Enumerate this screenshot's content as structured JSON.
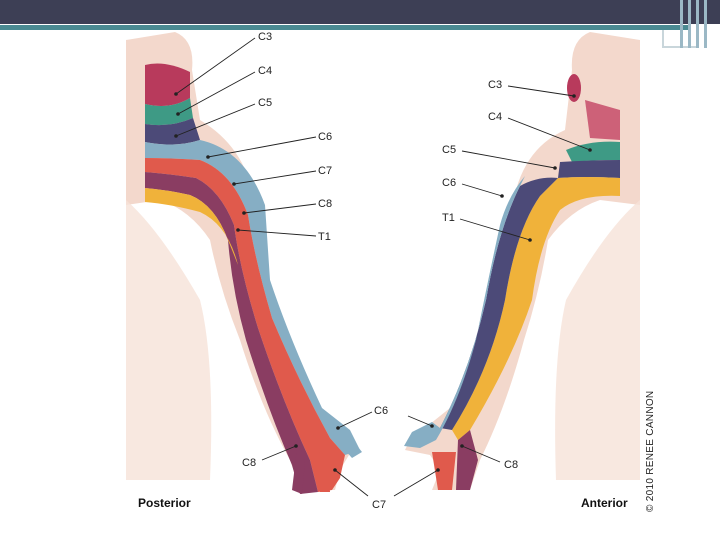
{
  "labels": {
    "posterior": {
      "c3": "C3",
      "c4": "C4",
      "c5": "C5",
      "c6": "C6",
      "c7": "C7",
      "c8": "C8",
      "t1": "T1",
      "c6_hand": "C6",
      "c8_hand": "C8",
      "c7_hand": "C7"
    },
    "anterior": {
      "c3": "C3",
      "c4": "C4",
      "c5": "C5",
      "c6": "C6",
      "t1": "T1",
      "c6_hand": "C6",
      "c8_hand": "C8"
    }
  },
  "view_labels": {
    "posterior": "Posterior",
    "anterior": "Anterior"
  },
  "copyright": "© 2010 RENEE CANNON",
  "colors": {
    "c3": "#b83a5c",
    "c4": "#3e9a85",
    "c5": "#4c4a78",
    "c6": "#86aec4",
    "c7": "#e05a4c",
    "c8": "#8a3d62",
    "t1": "#f0b23a",
    "skin": "#f3d8cc",
    "header": "#3d3f55",
    "accent": "#4a8a92"
  }
}
